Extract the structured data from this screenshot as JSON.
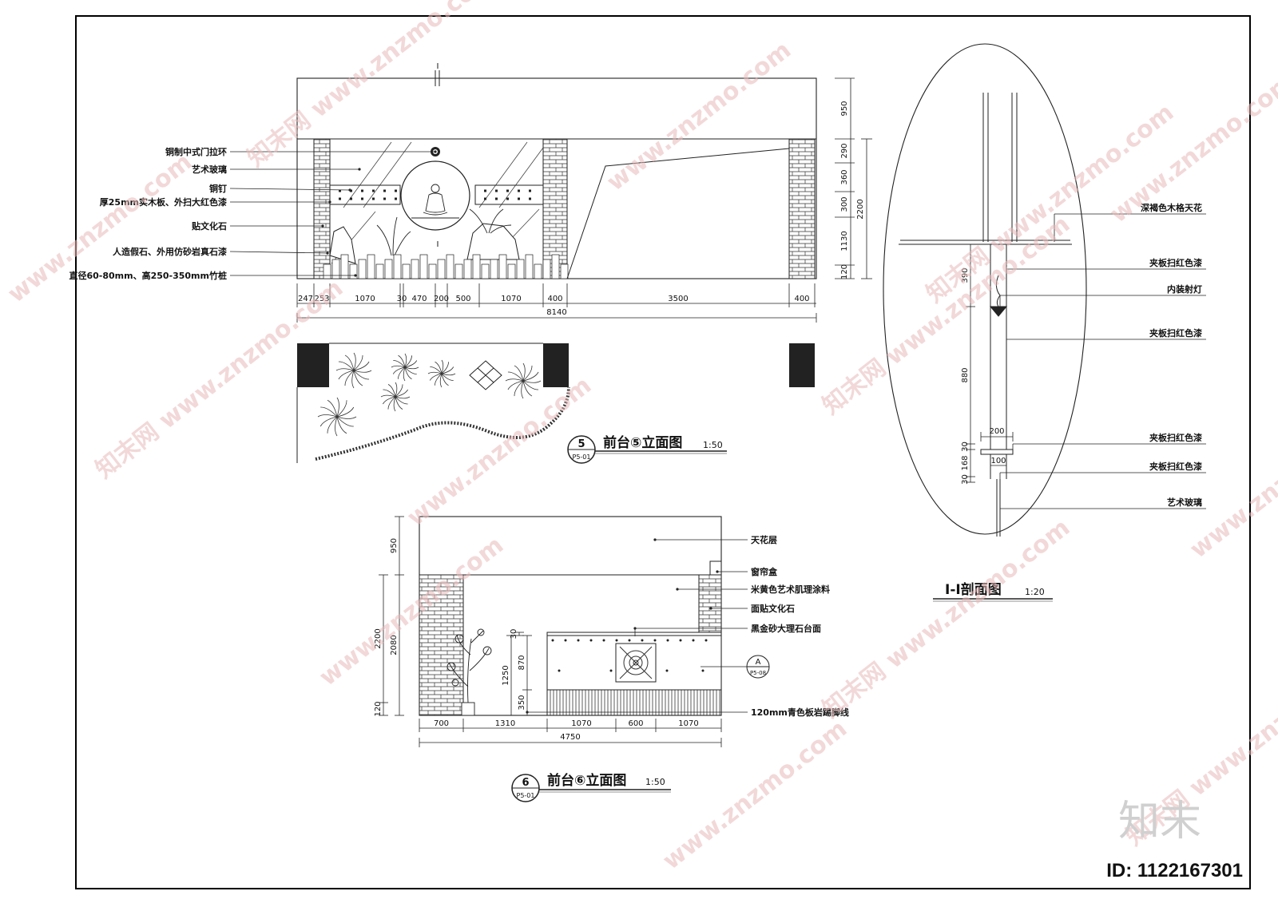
{
  "elev5": {
    "section_mark": "I",
    "labels": [
      "铜制中式门拉环",
      "艺术玻璃",
      "铜钉",
      "厚25mm实木板、外扫大红色漆",
      "贴文化石",
      "人造假石、外用仿砂岩真石漆",
      "直径60-80mm、高250-350mm竹桩"
    ],
    "dims_bottom": [
      "247",
      "253",
      "1070",
      "30",
      "470",
      "200",
      "500",
      "1070",
      "400",
      "3500",
      "400"
    ],
    "dim_total": "8140",
    "dims_right": [
      "950",
      "290",
      "360",
      "300",
      "1130",
      "120"
    ],
    "dim_right_total": "2200",
    "title_num": "5",
    "title_sheet": "P5-01",
    "title": "前台⑤立面图",
    "scale": "1:50"
  },
  "elev6": {
    "labels": [
      "天花层",
      "窗帘盒",
      "米黄色艺术肌理涂料",
      "面贴文化石",
      "黑金砂大理石台面",
      "120mm青色板岩踢脚线"
    ],
    "dims_bottom": [
      "700",
      "1310",
      "1070",
      "600",
      "1070"
    ],
    "dim_total": "4750",
    "dims_left_outer": [
      "2200",
      "120"
    ],
    "dims_left": [
      "950",
      "2080"
    ],
    "dims_inner": [
      "30",
      "1250",
      "870",
      "350"
    ],
    "callout_letter": "A",
    "callout_sheet": "P5-08",
    "title_num": "6",
    "title_sheet": "P5-01",
    "title": "前台⑥立面图",
    "scale": "1:50"
  },
  "section": {
    "labels": [
      "深褐色木格天花",
      "夹板扫红色漆",
      "内装射灯",
      "夹板扫红色漆",
      "夹板扫红色漆",
      "夹板扫红色漆",
      "艺术玻璃"
    ],
    "dims_v": [
      "390",
      "880",
      "30",
      "168",
      "30"
    ],
    "dims_h": [
      "200",
      "100"
    ],
    "title": "I-I剖面图",
    "scale": "1:20"
  },
  "watermark": {
    "site": "www.znzmo.com",
    "brand_cn": "知末网",
    "brand_short": "知末"
  },
  "id_text": "ID: 1122167301"
}
